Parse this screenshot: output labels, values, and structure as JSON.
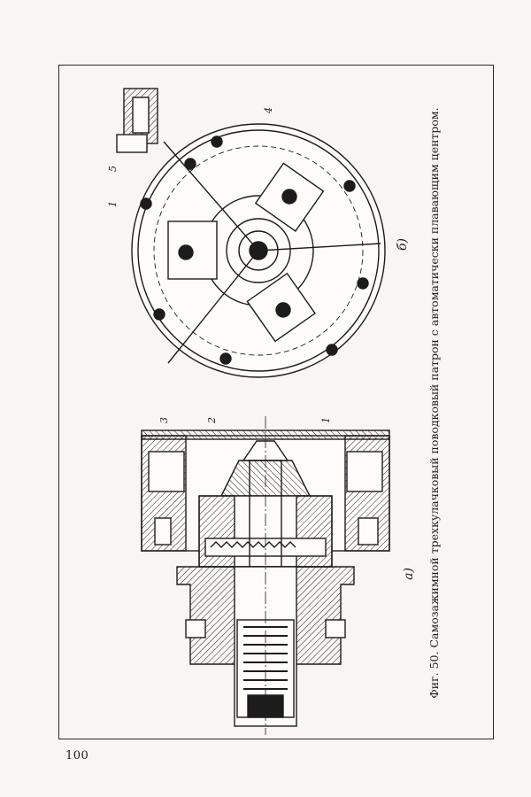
{
  "page": {
    "number": "100",
    "caption": "Фиг. 50. Самозажимной трехкулачковый поводковый патрон с автоматически плавающим центром."
  },
  "figure": {
    "label_a": "а)",
    "label_b": "б)",
    "callouts_a": [
      "3",
      "2",
      "1"
    ],
    "callouts_b": [
      "4",
      "5",
      "1"
    ]
  }
}
